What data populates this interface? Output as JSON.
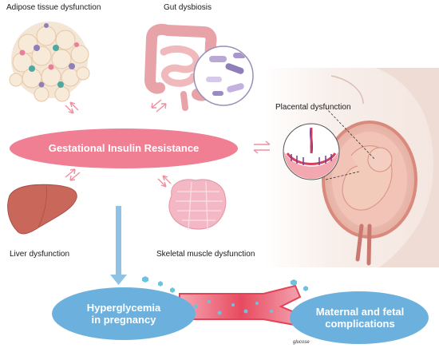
{
  "labels": {
    "adipose": "Adipose tissue dysfunction",
    "gut": "Gut dysbiosis",
    "placental": "Placental dysfunction",
    "liver": "Liver dysfunction",
    "skeletal": "Skeletal muscle dysfunction",
    "center": "Gestational Insulin Resistance",
    "hyperglycemia_line1": "Hyperglycemia",
    "hyperglycemia_line2": "in pregnancy",
    "complications_line1": "Maternal and fetal",
    "complications_line2": "complications",
    "glucose": "glucose"
  },
  "colors": {
    "center_ellipse": "#f07f93",
    "blue_ellipse": "#6cb1dd",
    "arrow_pink": "#ef8fa0",
    "arrow_blue": "#8ec3e6",
    "liver": "#c9675a",
    "vessel": "#e84a5f",
    "glucose_dot": "#6cc3e0"
  }
}
